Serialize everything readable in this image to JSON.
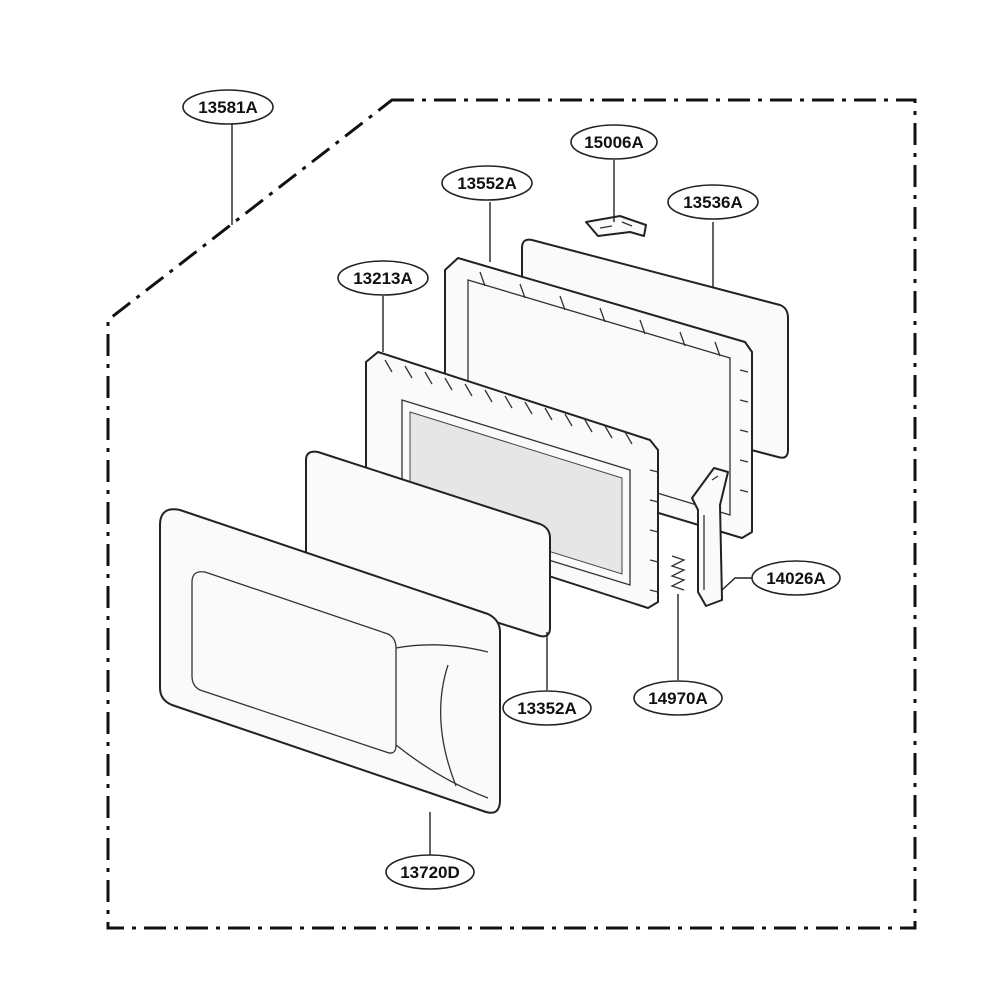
{
  "diagram": {
    "boundary_style": "dash-dot",
    "callouts": {
      "assembly": "13581A",
      "bracket": "15006A",
      "frame": "13552A",
      "back_plate": "13536A",
      "choke": "13213A",
      "latch": "14026A",
      "screen": "13352A",
      "spring": "14970A",
      "door_panel": "13720D"
    }
  }
}
